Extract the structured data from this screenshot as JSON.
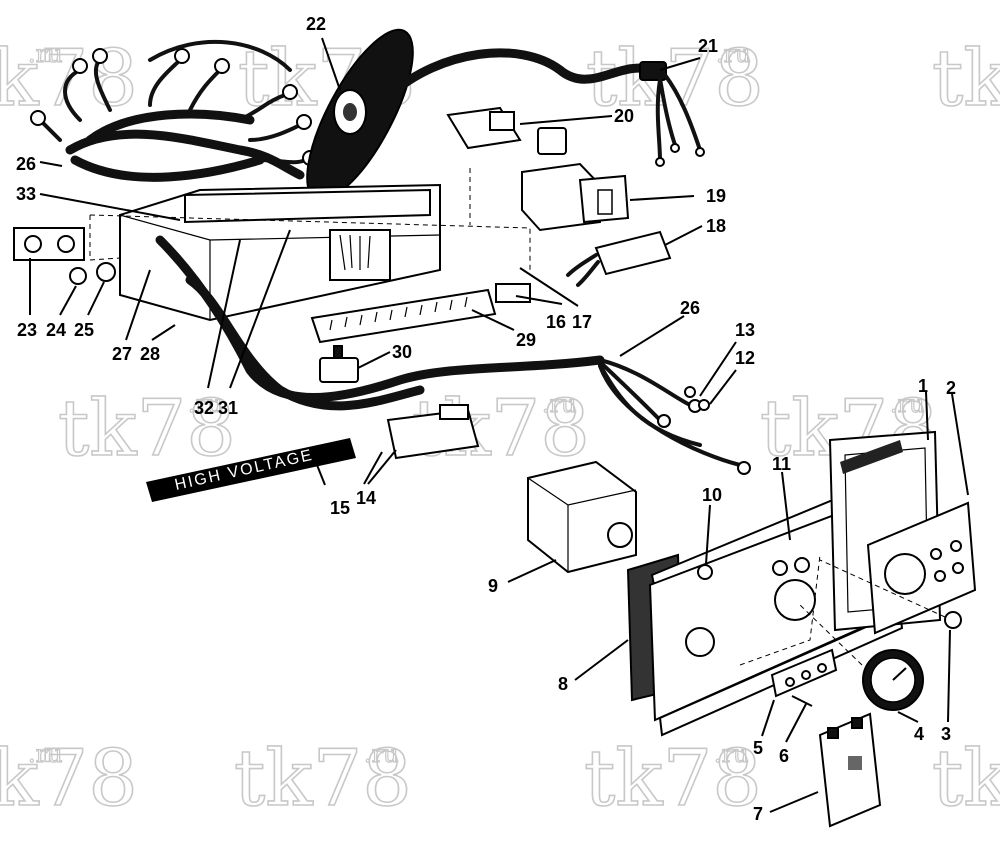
{
  "watermark": {
    "main": "tk78",
    "suffix": ".ru"
  },
  "sign": {
    "text": "HIGH VOLTAGE"
  },
  "callouts": [
    "1",
    "2",
    "3",
    "4",
    "5",
    "6",
    "7",
    "8",
    "9",
    "10",
    "11",
    "12",
    "13",
    "14",
    "15",
    "16",
    "17",
    "18",
    "19",
    "20",
    "21",
    "22",
    "23",
    "24",
    "25",
    "26",
    "26",
    "27",
    "28",
    "29",
    "30",
    "31",
    "32",
    "33"
  ]
}
